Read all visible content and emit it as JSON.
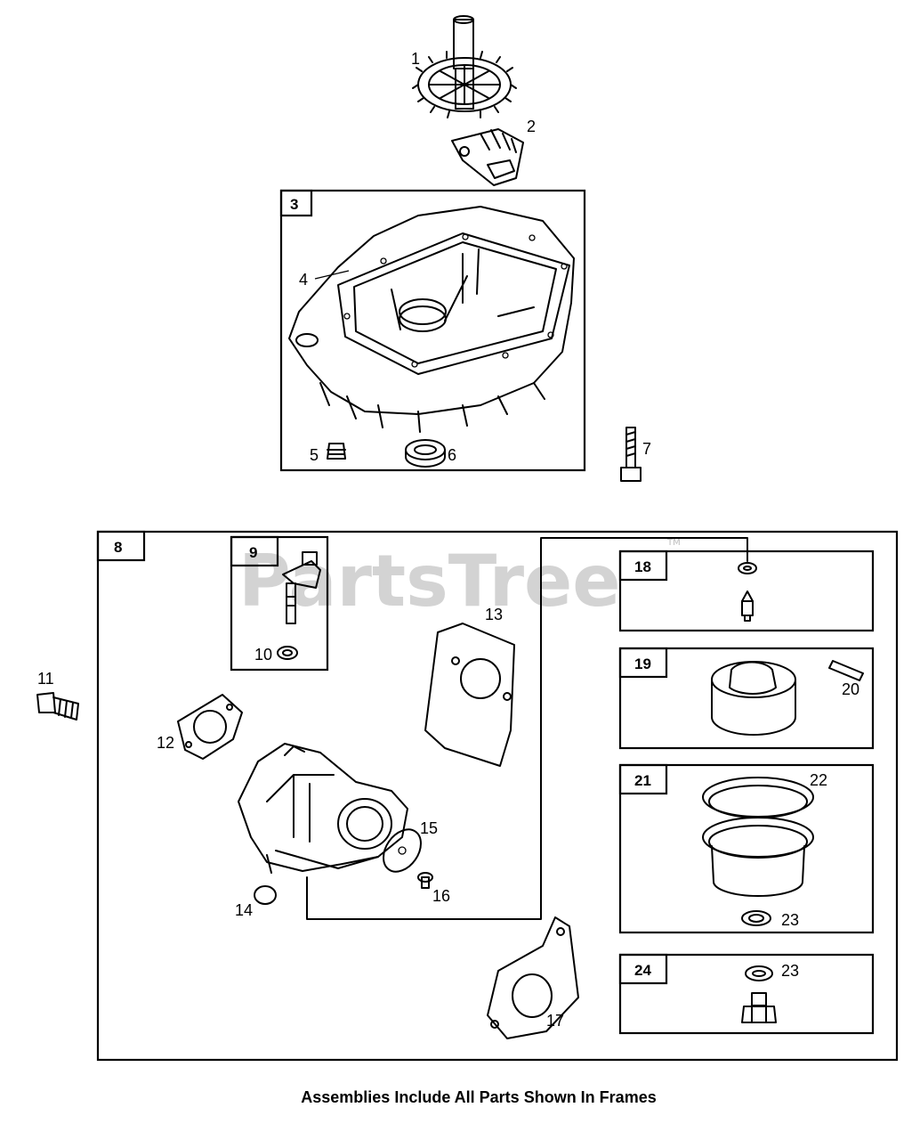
{
  "watermark": {
    "text": "PartsTree",
    "trademark": "TM"
  },
  "callouts": {
    "c1": "1",
    "c2": "2",
    "c3": "3",
    "c4": "4",
    "c5": "5",
    "c6": "6",
    "c7": "7",
    "c8": "8",
    "c9": "9",
    "c10": "10",
    "c11": "11",
    "c12": "12",
    "c13": "13",
    "c14": "14",
    "c15": "15",
    "c16": "16",
    "c17": "17",
    "c18": "18",
    "c19": "19",
    "c20": "20",
    "c21": "21",
    "c22": "22",
    "c23a": "23",
    "c23b": "23",
    "c24": "24"
  },
  "caption": "Assemblies Include All Parts Shown In Frames"
}
